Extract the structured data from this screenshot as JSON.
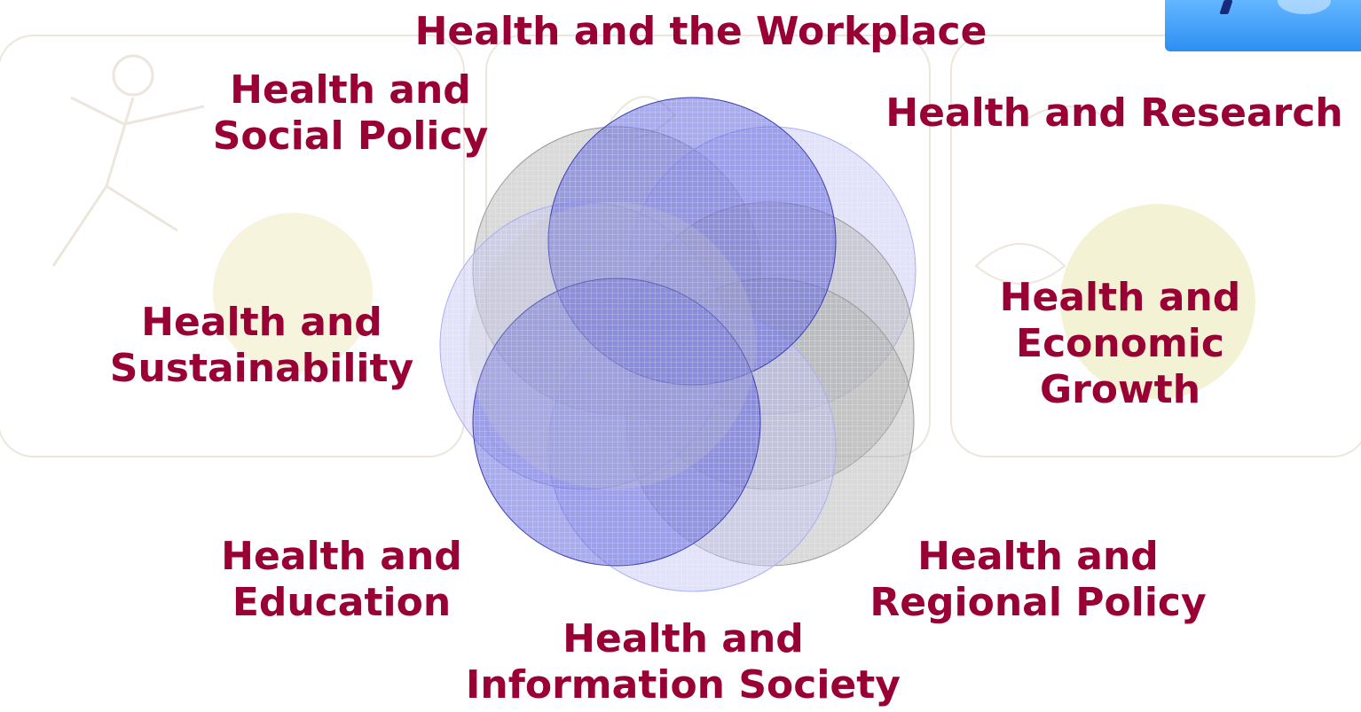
{
  "labels": {
    "workplace": [
      "Health and the Workplace"
    ],
    "social_policy": [
      "Health and",
      "Social Policy"
    ],
    "research": [
      "Health and Research"
    ],
    "sustainability": [
      "Health and",
      "Sustainability"
    ],
    "economic_growth": [
      "Health and",
      "Economic",
      "Growth"
    ],
    "education": [
      "Health and",
      "Education"
    ],
    "regional_policy": [
      "Health and",
      "Regional Policy"
    ],
    "information_society": [
      "Health and",
      "Information Society"
    ]
  },
  "colors": {
    "label_text": "#990033",
    "circle_blue_dark": "#5a5ee0",
    "circle_blue_light": "#c9cdf8",
    "circle_gray": "#bdbdbd",
    "background_panel_stroke": "#ece6dc",
    "background_apple": "#f4f2d8",
    "logo_blue": "#2d8ff2"
  },
  "icons": [
    "runner-figure-icon",
    "apple-icon",
    "apple-icon",
    "corner-logo-icon"
  ]
}
